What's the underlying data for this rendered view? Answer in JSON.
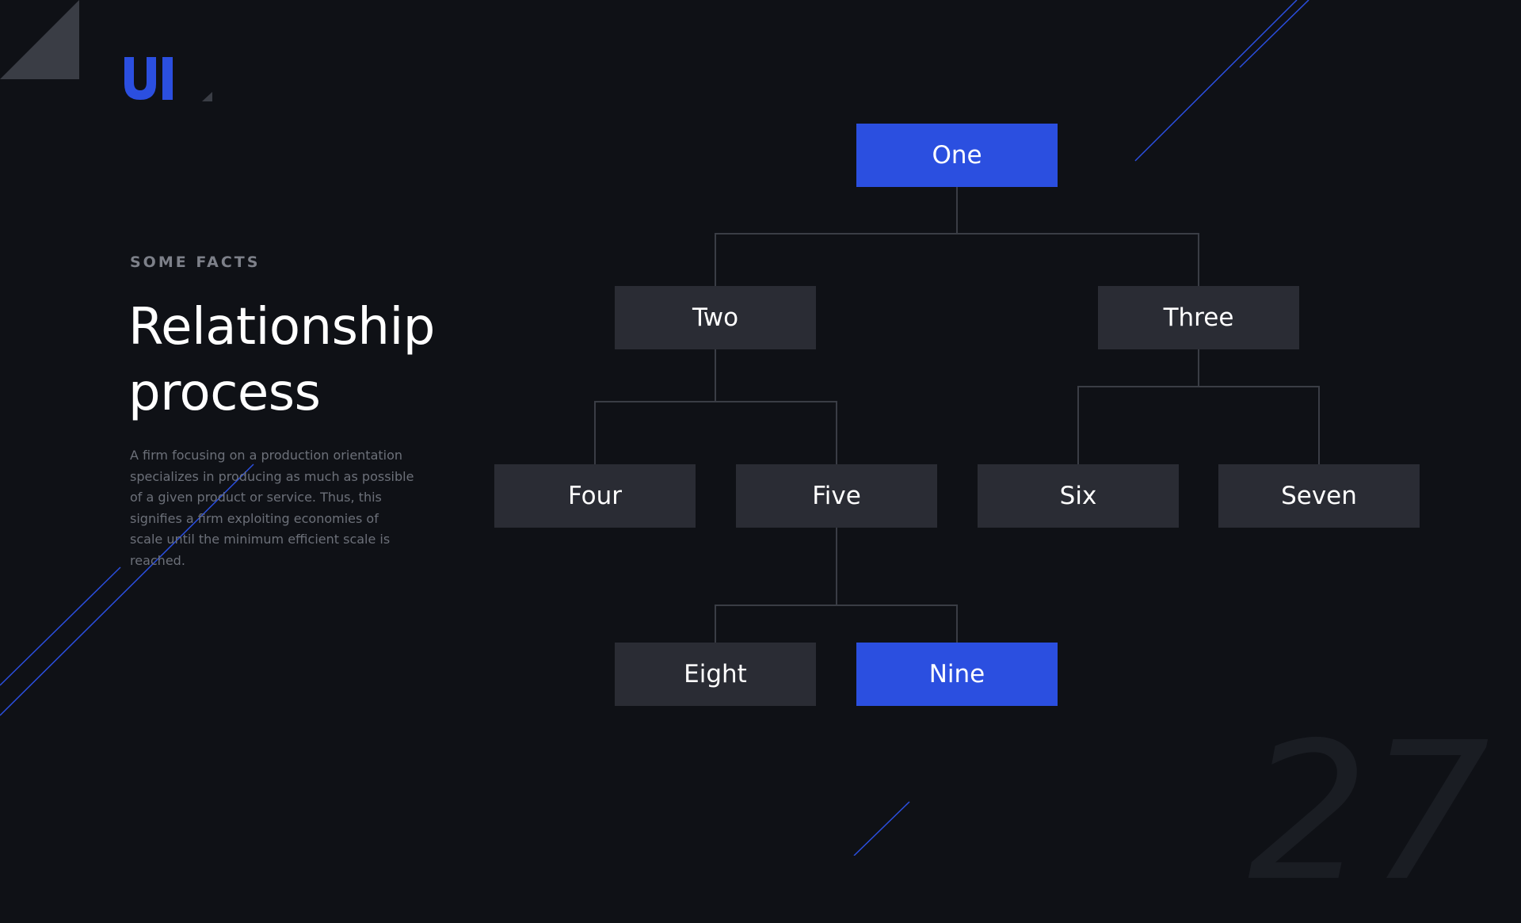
{
  "brand": {
    "logo_text": "UI",
    "accent_color": "#2b4fe0"
  },
  "section": {
    "eyebrow": "SOME FACTS",
    "title_line1": "Relationship",
    "title_line2": "process",
    "description": "A firm focusing on a production orientation specializes in producing as much as possible of a given product or service. Thus, this signifies a firm exploiting economies of scale until the minimum efficient scale is reached."
  },
  "page_number": "27",
  "diagram": {
    "nodes": {
      "one": "One",
      "two": "Two",
      "three": "Three",
      "four": "Four",
      "five": "Five",
      "six": "Six",
      "seven": "Seven",
      "eight": "Eight",
      "nine": "Nine"
    },
    "highlighted": [
      "One",
      "Nine"
    ],
    "edges": [
      [
        "One",
        "Two"
      ],
      [
        "One",
        "Three"
      ],
      [
        "Two",
        "Four"
      ],
      [
        "Two",
        "Five"
      ],
      [
        "Three",
        "Six"
      ],
      [
        "Three",
        "Seven"
      ],
      [
        "Five",
        "Eight"
      ],
      [
        "Five",
        "Nine"
      ]
    ],
    "colors": {
      "node": "#2a2c34",
      "highlight": "#2b4fe0",
      "connector": "#3a3d45",
      "background": "#0f1116"
    }
  }
}
